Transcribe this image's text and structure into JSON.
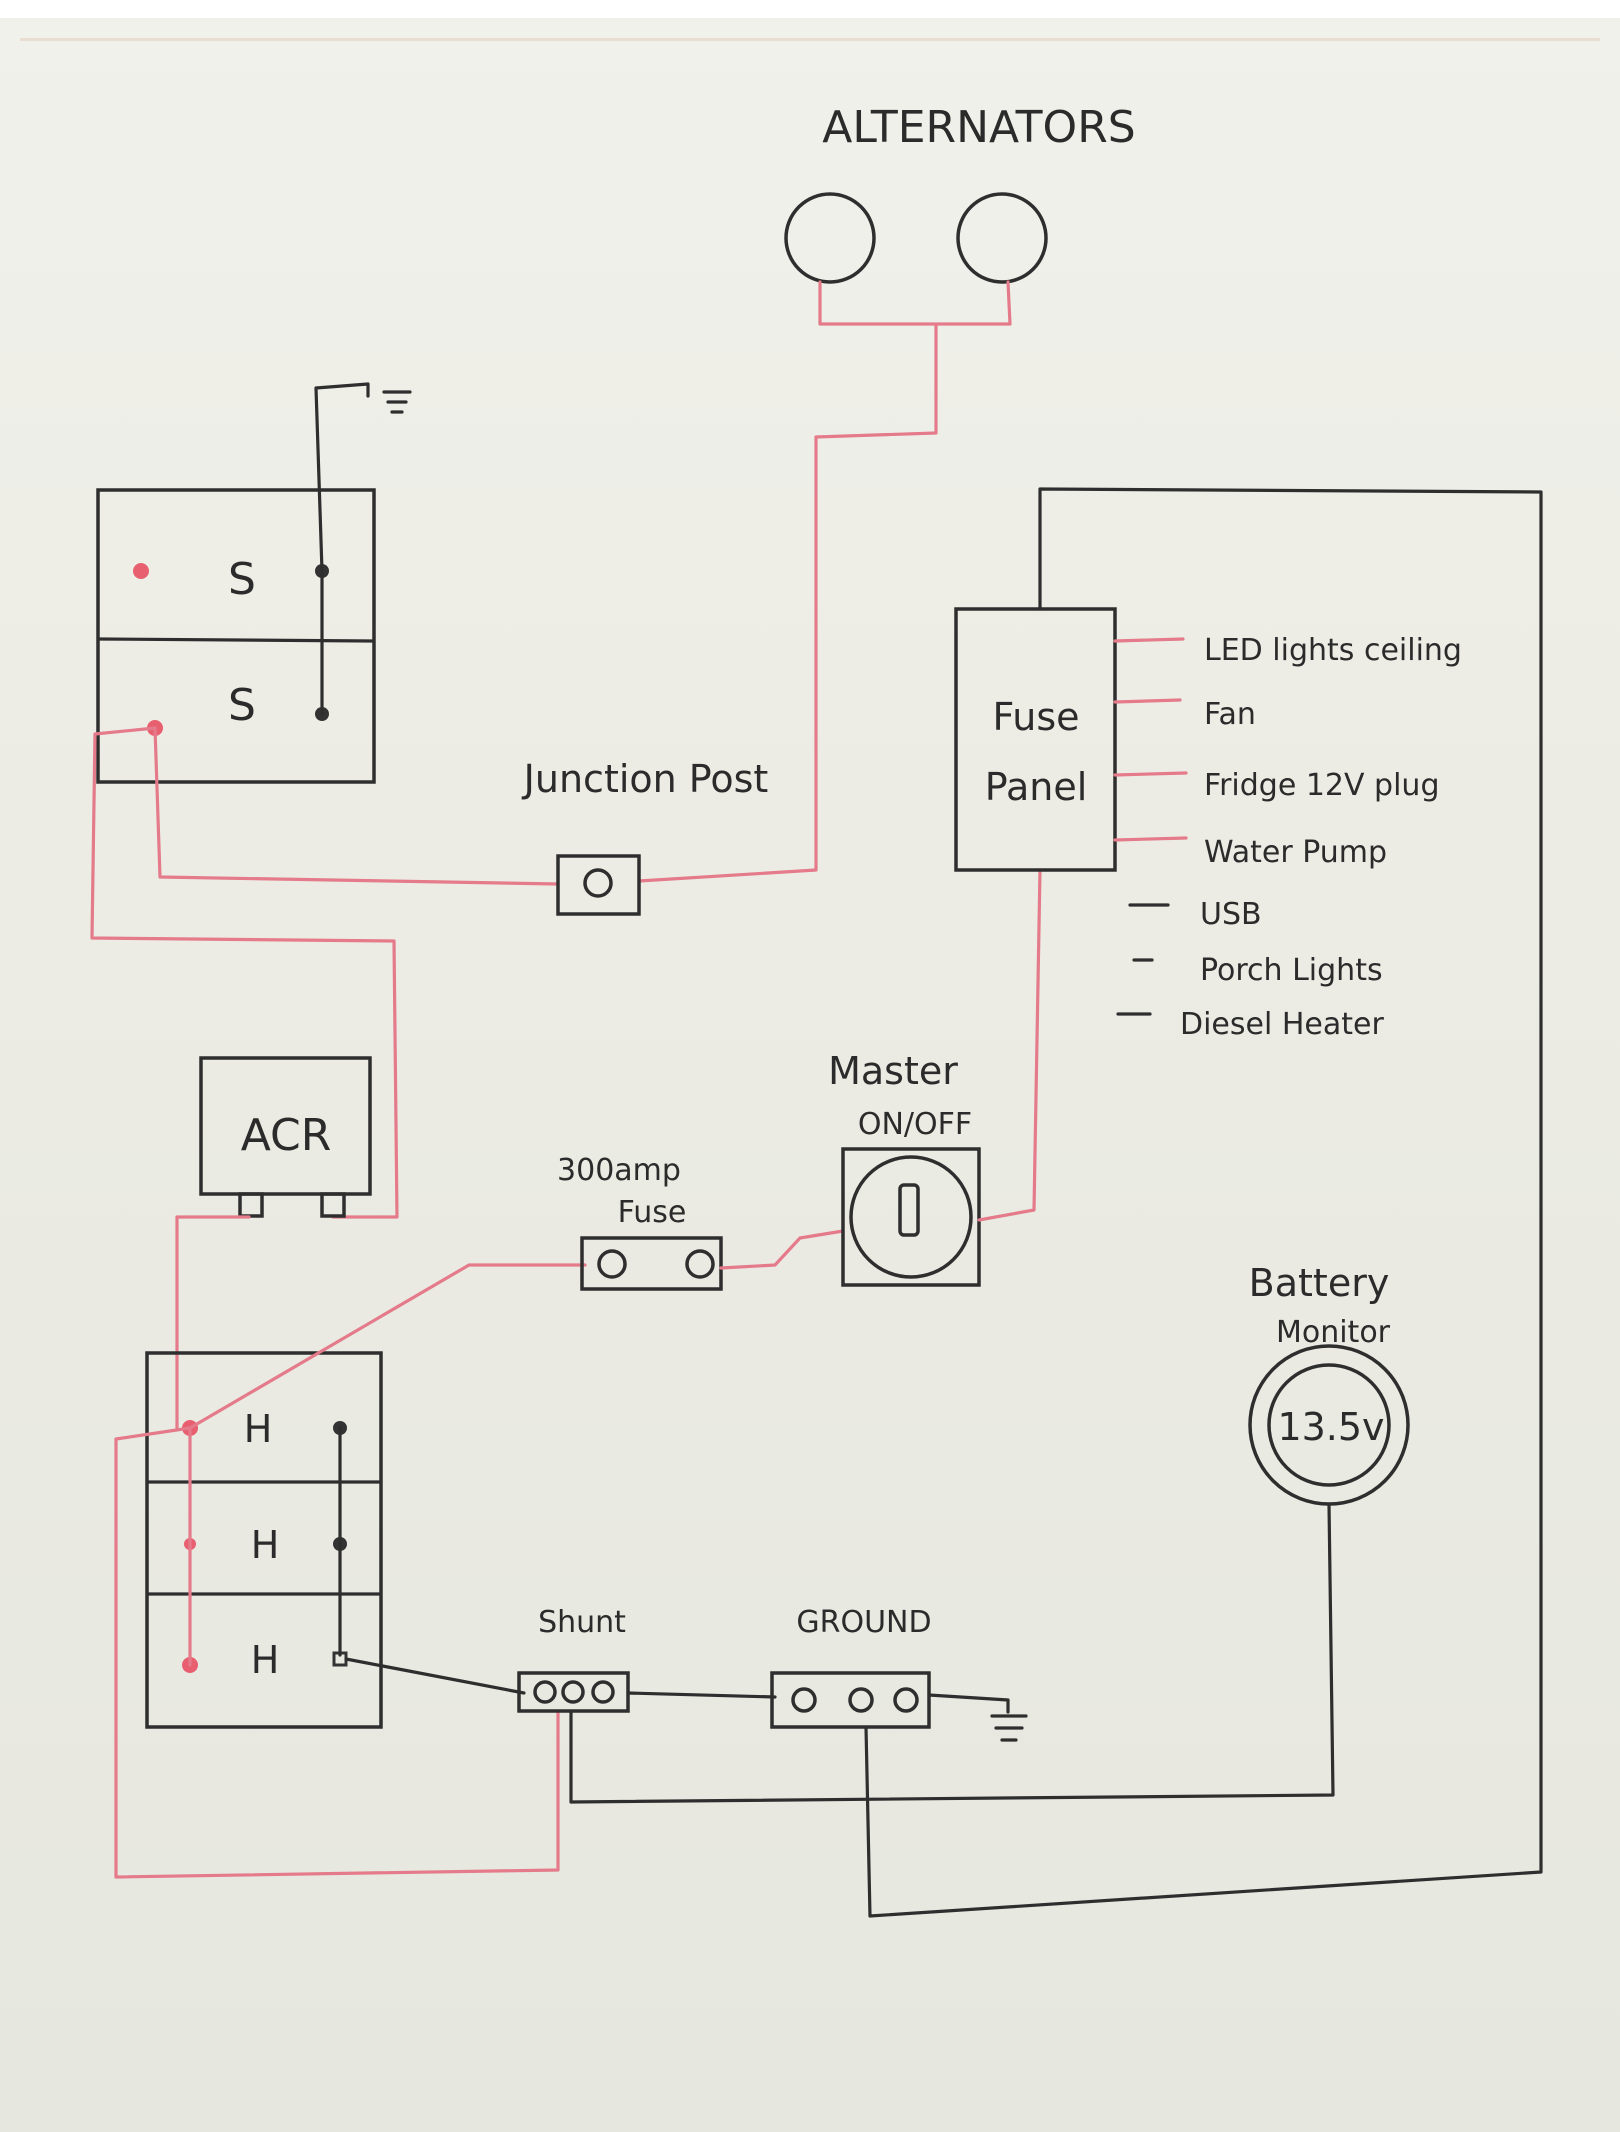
{
  "diagram": {
    "title": "ALTERNATORS",
    "starter_battery": {
      "cells": [
        "S",
        "S"
      ]
    },
    "house_battery": {
      "cells": [
        "H",
        "H",
        "H"
      ]
    },
    "junction_post": "Junction Post",
    "acr": "ACR",
    "fuse": {
      "line1": "300amp",
      "line2": "Fuse"
    },
    "master": {
      "line1": "Master",
      "line2": "ON/OFF"
    },
    "fuse_panel": {
      "line1": "Fuse",
      "line2": "Panel"
    },
    "loads_fused": [
      "LED lights ceiling",
      "Fan",
      "Fridge 12V plug",
      "Water Pump"
    ],
    "loads_other": [
      "USB",
      "Porch Lights",
      "Diesel Heater"
    ],
    "battery_monitor": {
      "line1": "Battery",
      "line2": "Monitor",
      "reading": "13.5v"
    },
    "shunt": "Shunt",
    "ground": "GROUND"
  },
  "colors": {
    "positive_wire": "#e47a8a",
    "negative_wire": "#2e2e2e",
    "paper": "#eeeee6"
  }
}
